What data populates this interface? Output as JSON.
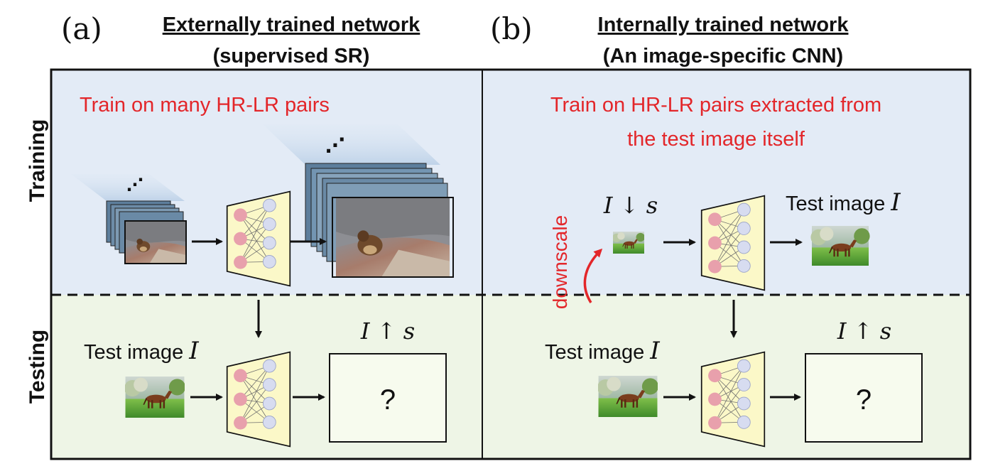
{
  "panel_a": {
    "tag": "(a)",
    "title": "Externally trained network",
    "subtitle": "(supervised SR)",
    "training_note": "Train on many HR-LR pairs",
    "test_label": "Test image",
    "test_var": "I",
    "output_label": "I ↑ s",
    "output_placeholder": "?"
  },
  "panel_b": {
    "tag": "(b)",
    "title": "Internally trained network",
    "subtitle": "(An image-specific CNN)",
    "training_note_line1": "Train on HR-LR pairs extracted from",
    "training_note_line2": "the test image itself",
    "downscaled_label": "I ↓ s",
    "downscale_arrow_label": "downscale",
    "train_target_label": "Test image",
    "train_target_var": "I",
    "test_label": "Test image",
    "test_var": "I",
    "output_label": "I ↑ s",
    "output_placeholder": "?"
  },
  "rows": {
    "training": "Training",
    "testing": "Testing"
  },
  "colors": {
    "training_bg": "#e3ebf6",
    "testing_bg": "#eef5e6",
    "accent_red": "#e3262a",
    "network_fill": "#fbf8c8",
    "node_pink": "#e8a0ac",
    "node_blue": "#d7dcf0"
  }
}
